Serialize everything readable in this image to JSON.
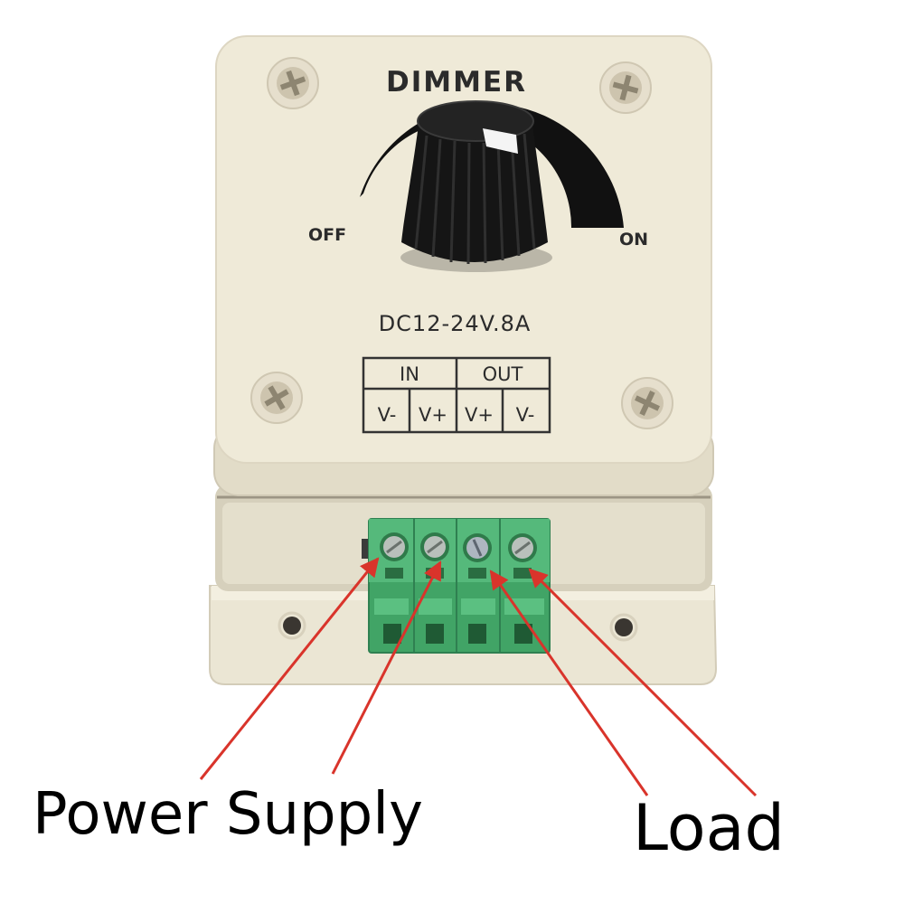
{
  "device": {
    "title": "DIMMER",
    "off_label": "OFF",
    "on_label": "ON",
    "rating": "DC12-24V.8A",
    "terminal_table": {
      "groups": [
        "IN",
        "OUT"
      ],
      "pins": [
        "V-",
        "V+",
        "V+",
        "V-"
      ]
    }
  },
  "annotations": {
    "power_supply": "Power Supply",
    "load": "Load"
  },
  "colors": {
    "housing": "#efead8",
    "knob": "#151515",
    "terminal": "#41a466",
    "arrow": "#d9342b"
  }
}
